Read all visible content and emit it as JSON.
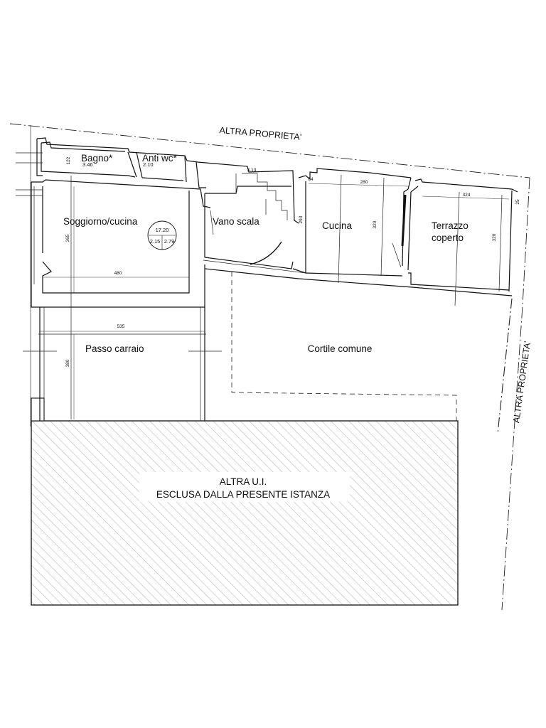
{
  "boundary_labels": {
    "top": "ALTRA PROPRIETA'",
    "right": "ALTRA PROPRIETA'"
  },
  "rooms": {
    "bagno": {
      "name": "Bagno*",
      "area": "3.46",
      "dim": "122"
    },
    "anti_wc": {
      "name": "Anti wc*",
      "area": "2.10"
    },
    "soggiorno": {
      "name": "Soggiorno/cucina",
      "stamp": {
        "area": "17.20",
        "h1": "2.15",
        "h2": "2.79"
      },
      "dim_h": "365",
      "dim_w": "480"
    },
    "vano_scala": {
      "name": "Vano scala",
      "dim": "3.13"
    },
    "cucina": {
      "name": "Cucina",
      "dim_w": "280",
      "dim_h": "320",
      "dim_side": "293",
      "dim_small": "64"
    },
    "terrazzo": {
      "name_1": "Terrazzo",
      "name_2": "coperto",
      "dim_w": "324",
      "dim_h": "320",
      "dim_small": "25"
    },
    "passo_carraio": {
      "name": "Passo carraio",
      "dim_w": "535",
      "dim_h": "380"
    },
    "cortile": {
      "name": "Cortile comune"
    }
  },
  "excluded_unit": {
    "line1": "ALTRA U.I.",
    "line2": "ESCLUSA DALLA PRESENTE ISTANZA"
  }
}
